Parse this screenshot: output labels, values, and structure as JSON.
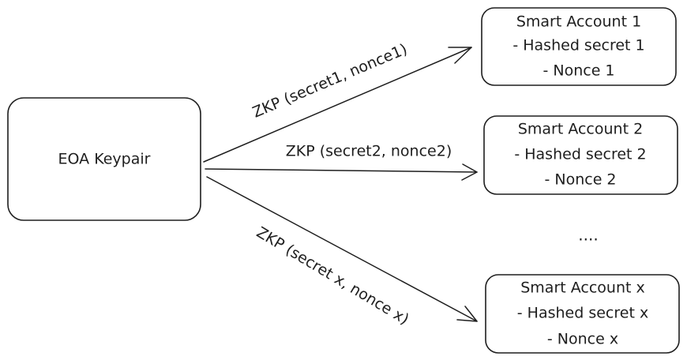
{
  "diagram": {
    "source_node": {
      "label": "EOA Keypair"
    },
    "accounts": [
      {
        "title": "Smart Account 1",
        "secret": "- Hashed secret 1",
        "nonce": "- Nonce 1"
      },
      {
        "title": "Smart Account 2",
        "secret": "- Hashed secret 2",
        "nonce": "- Nonce 2"
      },
      {
        "title": "Smart Account x",
        "secret": "- Hashed secret x",
        "nonce": "- Nonce x"
      }
    ],
    "edges": [
      {
        "label": "ZKP (secret1, nonce1)"
      },
      {
        "label": "ZKP (secret2, nonce2)"
      },
      {
        "label": "ZKP (secret x, nonce x)"
      }
    ],
    "ellipsis": "...."
  }
}
